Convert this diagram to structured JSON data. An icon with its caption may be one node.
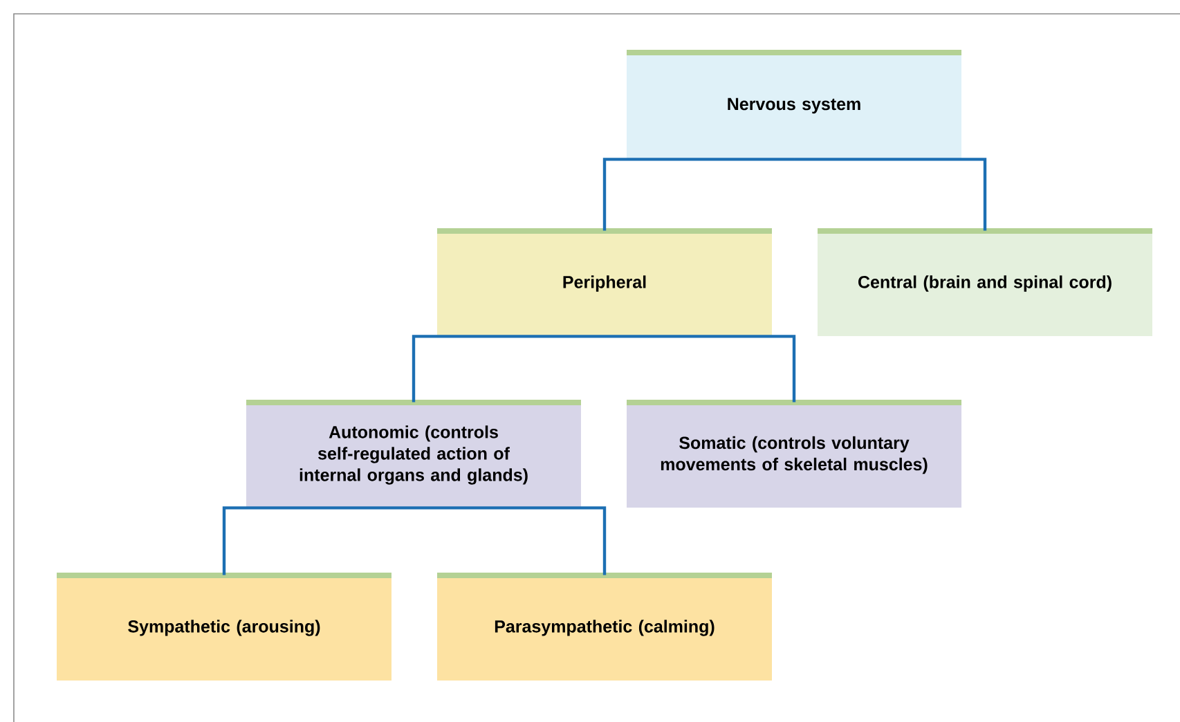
{
  "diagram": {
    "nodes": [
      {
        "text": [
          "Nervous system"
        ]
      },
      {
        "text": [
          "Peripheral"
        ]
      },
      {
        "text": [
          "Central (brain and spinal cord)"
        ]
      },
      {
        "text": [
          "Autonomic (controls self-regulated action of internal organs and glands)"
        ]
      },
      {
        "text": [
          "Somatic (controls voluntary movements of skeletal muscles)"
        ]
      },
      {
        "text": [
          "Sympathetic (arousing)"
        ]
      },
      {
        "text": [
          "Parasympathetic (calming)"
        ]
      }
    ],
    "edges": [
      {
        "from": 0,
        "to": 1,
        "arrow": "none"
      },
      {
        "from": 0,
        "to": 2,
        "arrow": "none"
      },
      {
        "from": 1,
        "to": 3,
        "arrow": "none"
      },
      {
        "from": 1,
        "to": 4,
        "arrow": "none"
      },
      {
        "from": 3,
        "to": 5,
        "arrow": "none"
      },
      {
        "from": 3,
        "to": 6,
        "arrow": "none"
      }
    ]
  }
}
